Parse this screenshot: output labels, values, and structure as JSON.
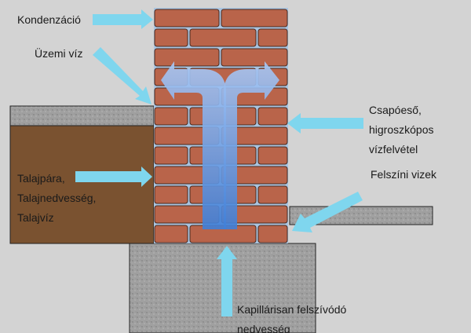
{
  "labels": {
    "condensation": "Kondenzáció",
    "service_water": "Üzemi víz",
    "driving_rain": [
      "Csapóeső,",
      "higroszkópos",
      "vízfelvétel"
    ],
    "ground": [
      "Talajpára,",
      "Talajnedvesség,",
      "Talajvíz"
    ],
    "surface_water": "Felszíni vizek",
    "capillary": [
      "Kapillárisan felszívódó",
      "nedvesség"
    ]
  },
  "colors": {
    "background": "#d3d3d3",
    "brick": "#b9644a",
    "mortar": "#a9c4e0",
    "soil": "#7a5230",
    "concrete": "#9a9a9a",
    "arrow": "#7fd6ee",
    "flow": "#5f9ee8"
  }
}
